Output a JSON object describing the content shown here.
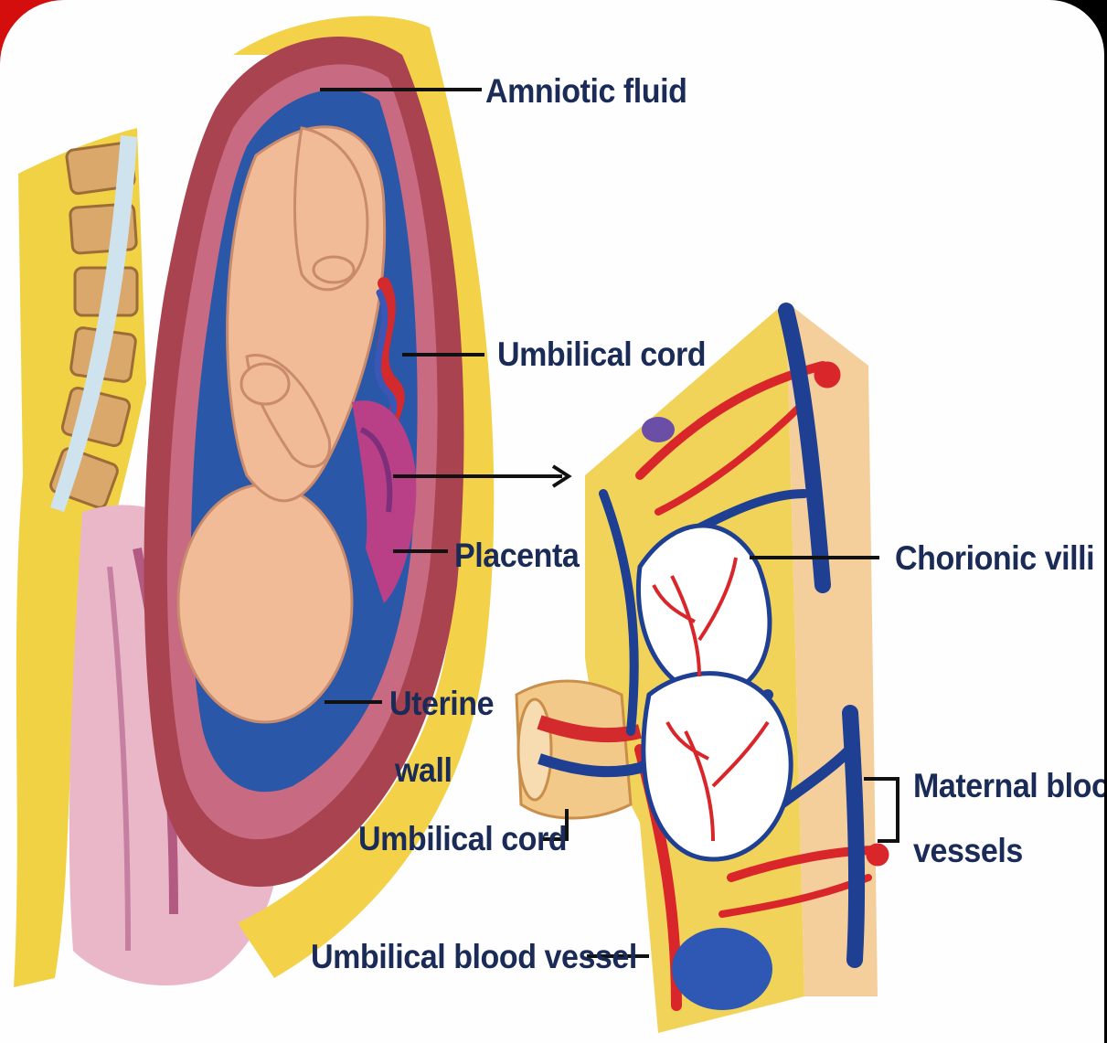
{
  "labels": {
    "amniotic_fluid": "Amniotic fluid",
    "umbilical_cord_top": "Umbilical cord",
    "placenta": "Placenta",
    "uterine_wall_line1": "Uterine",
    "uterine_wall_line2": "wall",
    "umbilical_cord_bottom": "Umbilical cord",
    "umbilical_blood_vessel": "Umbilical blood vessel",
    "chorionic_villi": "Chorionic villi",
    "maternal_blood_line1": "Maternal blood",
    "maternal_blood_line2": "vessels"
  },
  "colors": {
    "label_text": "#1a2b57",
    "leader_line": "#111111",
    "uterus_wall": "#a0424a",
    "skin": "#f0b894",
    "spine_yellow": "#f0d040",
    "artery_red": "#d8262a",
    "vein_blue": "#1f3f93"
  }
}
